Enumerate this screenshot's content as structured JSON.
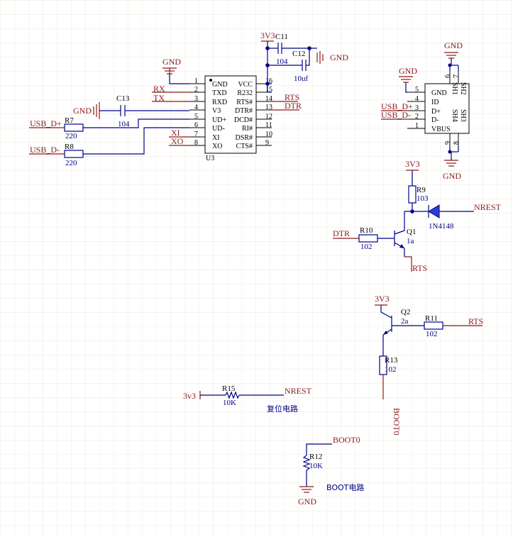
{
  "nets": {
    "gnd": "GND",
    "v33": "3V3",
    "v33_lower": "3v3",
    "rx": "RX",
    "tx": "TX",
    "xi": "XI",
    "xo": "XO",
    "rts": "RTS",
    "dtr": "DTR",
    "usb_dp": "USB_D+",
    "usb_dm": "USB_D-",
    "nrest": "NREST",
    "boot0": "BOOT0"
  },
  "u3": {
    "ref": "U3",
    "left_pins": [
      {
        "num": "1",
        "name": "GND"
      },
      {
        "num": "2",
        "name": "TXD"
      },
      {
        "num": "3",
        "name": "RXD"
      },
      {
        "num": "4",
        "name": "V3"
      },
      {
        "num": "5",
        "name": "UD+"
      },
      {
        "num": "6",
        "name": "UD-"
      },
      {
        "num": "7",
        "name": "XI"
      },
      {
        "num": "8",
        "name": "XO"
      }
    ],
    "right_pins": [
      {
        "num": "16",
        "name": "VCC"
      },
      {
        "num": "15",
        "name": "R232"
      },
      {
        "num": "14",
        "name": "RTS#"
      },
      {
        "num": "13",
        "name": "DTR#"
      },
      {
        "num": "12",
        "name": "DCD#"
      },
      {
        "num": "11",
        "name": "RI#"
      },
      {
        "num": "10",
        "name": "DSR#"
      },
      {
        "num": "9",
        "name": "CTS#"
      }
    ]
  },
  "usb": {
    "left_pins": [
      {
        "num": "5",
        "name": "GND"
      },
      {
        "num": "4",
        "name": "ID"
      },
      {
        "num": "3",
        "name": "D+"
      },
      {
        "num": "2",
        "name": "D-"
      },
      {
        "num": "1",
        "name": "VBUS"
      }
    ],
    "shield_top": {
      "a": "SH1",
      "b": "SH2",
      "pin_a": "6",
      "pin_b": "7"
    },
    "shield_bottom": {
      "a": "SH4",
      "b": "SH3",
      "pin_a": "9",
      "pin_b": "8"
    }
  },
  "parts": {
    "c11": {
      "ref": "C11",
      "value": "104"
    },
    "c12": {
      "ref": "C12",
      "value": "10uf"
    },
    "c13": {
      "ref": "C13",
      "value": "104"
    },
    "r7": {
      "ref": "R7",
      "value": "220"
    },
    "r8": {
      "ref": "R8",
      "value": "220"
    },
    "r9": {
      "ref": "R9",
      "value": "103"
    },
    "r10": {
      "ref": "R10",
      "value": "102"
    },
    "r11": {
      "ref": "R11",
      "value": "102"
    },
    "r12": {
      "ref": "R12",
      "value": "10K"
    },
    "r13": {
      "ref": "R13",
      "value": "102"
    },
    "r15": {
      "ref": "R15",
      "value": "10K"
    },
    "q1": {
      "ref": "Q1",
      "value": "1a"
    },
    "q2": {
      "ref": "Q2",
      "value": "2a"
    },
    "d1": {
      "value": "1N4148"
    }
  },
  "captions": {
    "reset": "复位电路",
    "boot": "BOOT电路"
  },
  "colors": {
    "wire": "#00008b",
    "net_label": "#8b1a1a",
    "grid": "#ece8dc"
  }
}
